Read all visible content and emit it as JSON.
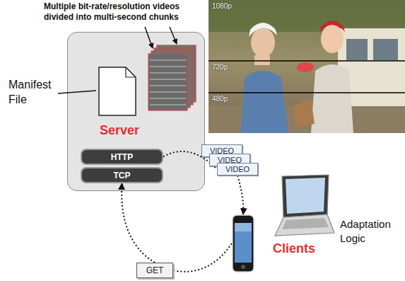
{
  "diagram": {
    "nodes": [
      {
        "text": [
          "Server"
        ]
      },
      {
        "text": [
          "HTTP"
        ],
        "in": 0
      },
      {
        "text": [
          "TCP"
        ],
        "in": 0
      },
      {
        "text": [
          "VIDEO"
        ]
      },
      {
        "text": [
          "VIDEO"
        ]
      },
      {
        "text": [
          "VIDEO"
        ]
      },
      {
        "text": [
          "GET"
        ]
      },
      {
        "text": [
          "Clients"
        ]
      },
      {
        "text": [
          "Adaptation Logic"
        ]
      }
    ],
    "edges": [
      {
        "from": 1,
        "to": 5,
        "arrow": "none"
      },
      {
        "from": 5,
        "to": 7,
        "arrow": "to"
      },
      {
        "from": 7,
        "to": 6,
        "arrow": "none"
      },
      {
        "from": 6,
        "to": 2,
        "arrow": "to"
      }
    ],
    "labels": [
      "Multiple bit-rate/resolution videos divided into multi-second chunks",
      "Manifest File",
      "1080p",
      "720p",
      "480p"
    ]
  }
}
